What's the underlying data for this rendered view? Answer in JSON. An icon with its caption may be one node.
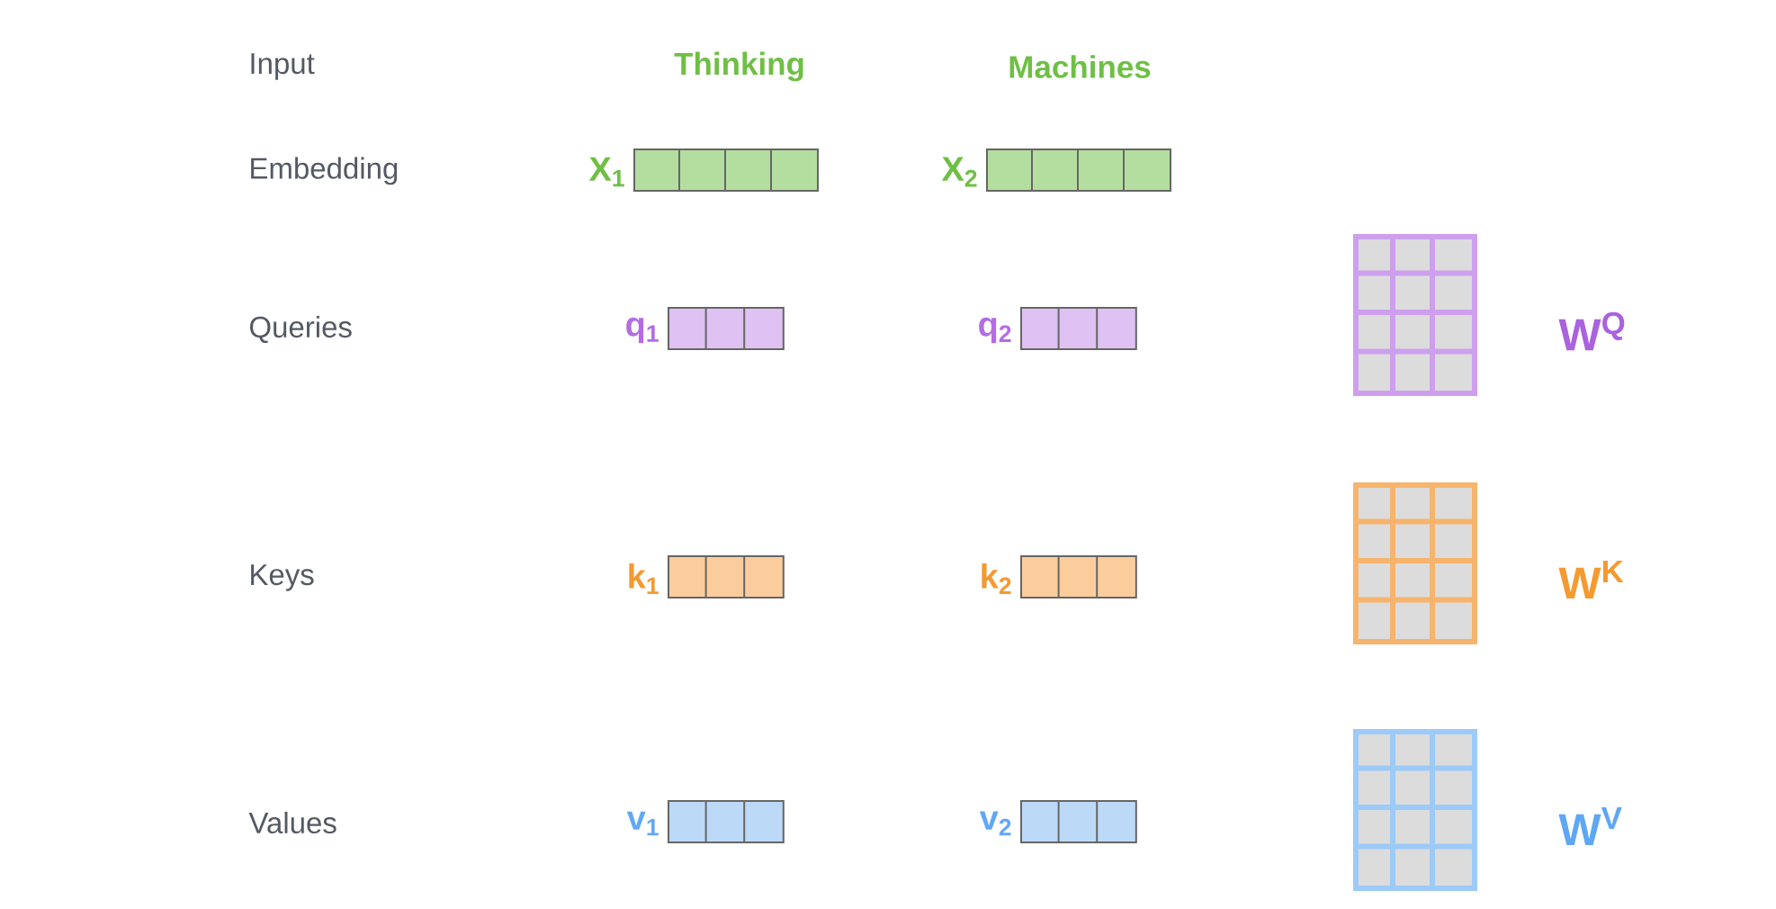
{
  "diagram": {
    "nodes": [
      {
        "text": [],
        "shape": "bar",
        "beside": [
          "X$_{1}$"
        ]
      },
      {
        "text": [],
        "shape": "bar",
        "beside": [
          "X$_{2}$"
        ]
      },
      {
        "text": [],
        "shape": "bar",
        "beside": [
          "q$_{1}$"
        ]
      },
      {
        "text": [],
        "shape": "bar",
        "beside": [
          "q$_{2}$"
        ]
      },
      {
        "text": [],
        "shape": "grid",
        "beside": [
          "W$^{Q}$"
        ]
      },
      {
        "text": [],
        "shape": "bar",
        "beside": [
          "k$_{1}$"
        ]
      },
      {
        "text": [],
        "shape": "bar",
        "beside": [
          "k$_{2}$"
        ]
      },
      {
        "text": [],
        "shape": "grid",
        "beside": [
          "W$^{K}$"
        ]
      },
      {
        "text": [],
        "shape": "bar",
        "beside": [
          "v$_{1}$"
        ]
      },
      {
        "text": [],
        "shape": "bar",
        "beside": [
          "v$_{2}$"
        ]
      },
      {
        "text": [],
        "shape": "grid",
        "beside": [
          "W$^{V}$"
        ]
      }
    ],
    "labels": [
      "Input",
      "Thinking",
      "Machines",
      "Embedding",
      "Queries",
      "Keys",
      "Values"
    ]
  }
}
